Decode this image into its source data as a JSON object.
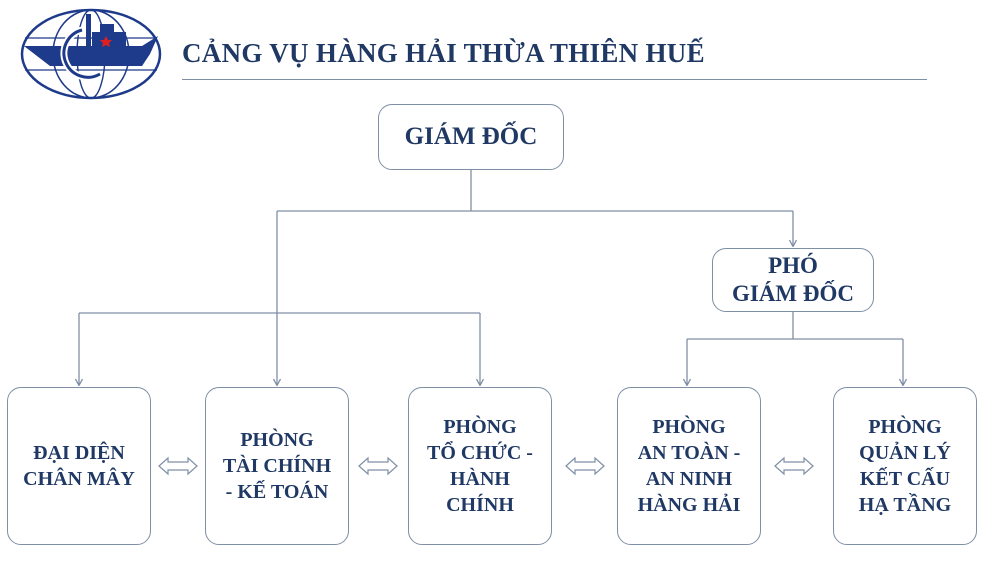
{
  "header": {
    "title": "CẢNG VỤ HÀNG HẢI THỪA THIÊN HUẾ",
    "logo_icon": "port-authority-logo-icon"
  },
  "org_chart": {
    "director": "GIÁM ĐỐC",
    "deputy_director": "PHÓ\nGIÁM ĐỐC",
    "departments": [
      "ĐẠI DIỆN\nCHÂN MÂY",
      "PHÒNG\nTÀI CHÍNH\n- KẾ TOÁN",
      "PHÒNG\nTỔ CHỨC -\nHÀNH\nCHÍNH",
      "PHÒNG\nAN TOÀN -\nAN NINH\nHÀNG HẢI",
      "PHÒNG\nQUẢN LÝ\nKẾT CẤU\nHẠ TẦNG"
    ],
    "link_icon": "double-arrow-icon"
  },
  "colors": {
    "text": "#1f3864",
    "box_border": "#7f8fa6",
    "line": "#7f8fa6",
    "logo_blue": "#1e3a8a",
    "logo_star": "#e02020"
  }
}
